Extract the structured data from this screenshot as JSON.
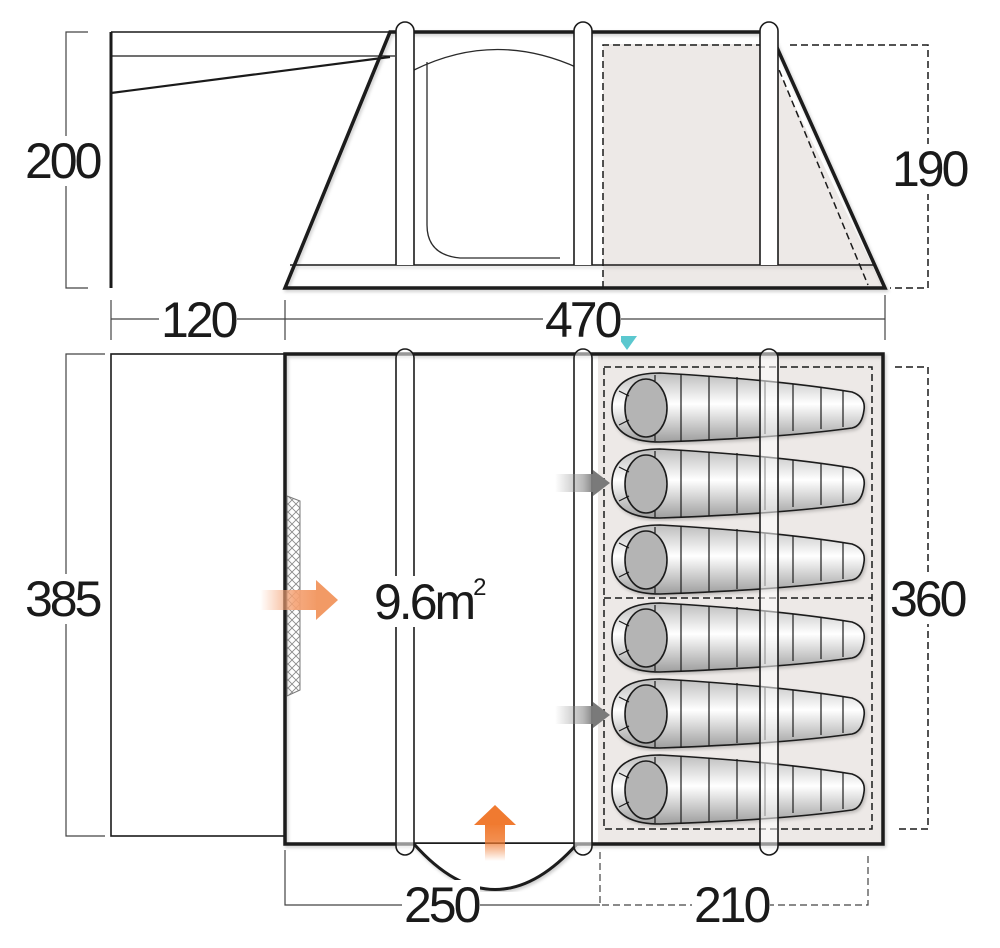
{
  "diagram": {
    "title": "Tent dimensions diagram",
    "colors": {
      "outline": "#1a1a1a",
      "bedroom_fill": "#ede9e7",
      "entry_arrow": "#f08a4b",
      "door_arrow": "#f07a30",
      "inner_door_arrow": "#8a8a8a",
      "marker": "#5bc8cf"
    },
    "side_view": {
      "height_total": "200",
      "height_bedroom": "190",
      "width_canopy": "120",
      "width_tent": "470"
    },
    "plan_view": {
      "depth_total": "385",
      "depth_bedroom": "360",
      "living_area": "9.6m",
      "living_area_unit_sup": "2",
      "width_living": "250",
      "width_bedroom": "210",
      "sleeping_bags": 6,
      "bedroom_compartments": 2
    },
    "icons": [
      "side-entry-arrow-icon",
      "front-door-arrow-icon",
      "bedroom-door-arrow-icon",
      "bedroom-door-arrow-icon",
      "front-marker-triangle-icon",
      "mesh-panel-icon",
      "sleeping-bag-icon"
    ]
  }
}
